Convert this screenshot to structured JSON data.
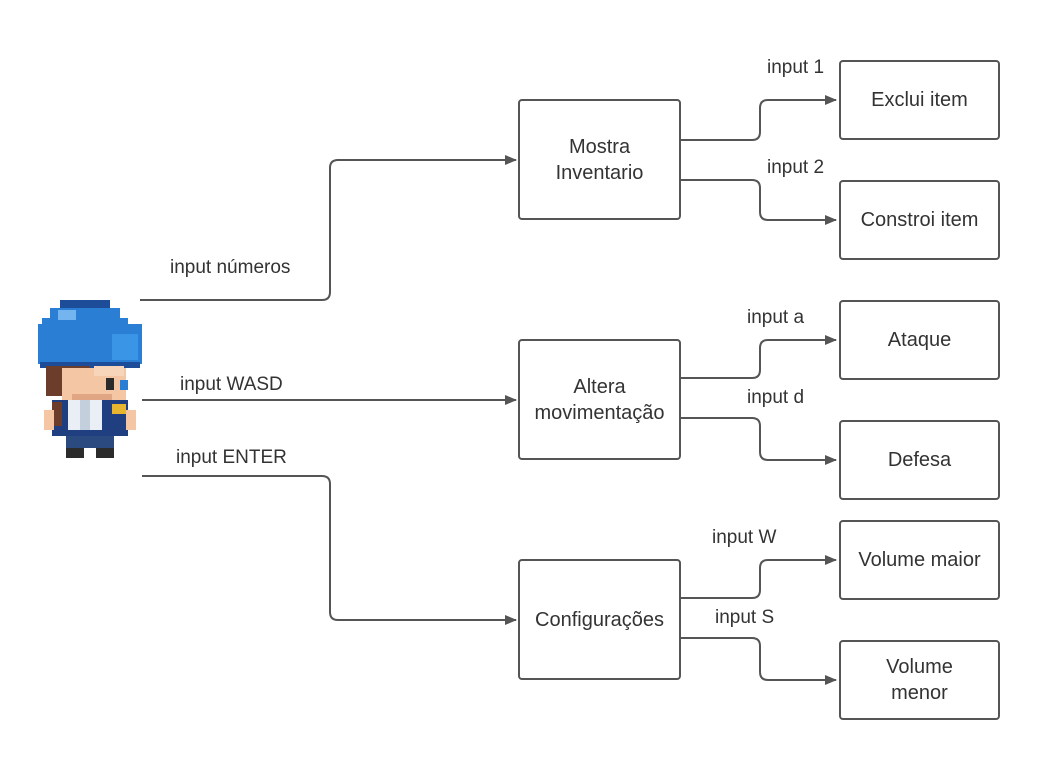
{
  "character": {
    "icon": "pixel-art-player-character-icon",
    "cap_color": "#2a7fd4"
  },
  "colors": {
    "line": "#555555",
    "text": "#333333"
  },
  "inputs": {
    "numbers": "input números",
    "wasd": "input WASD",
    "enter": "input ENTER"
  },
  "menus": {
    "inventory": "Mostra\nInventario",
    "movement": "Altera\nmovimentação",
    "settings": "Configurações"
  },
  "inventory_actions": {
    "label_1": "input 1",
    "action_1": "Exclui item",
    "label_2": "input 2",
    "action_2": "Constroi item"
  },
  "movement_actions": {
    "label_a": "input a",
    "action_a": "Ataque",
    "label_d": "input d",
    "action_d": "Defesa"
  },
  "settings_actions": {
    "label_w": "input W",
    "action_w": "Volume maior",
    "label_s": "input S",
    "action_s": "Volume\nmenor"
  }
}
